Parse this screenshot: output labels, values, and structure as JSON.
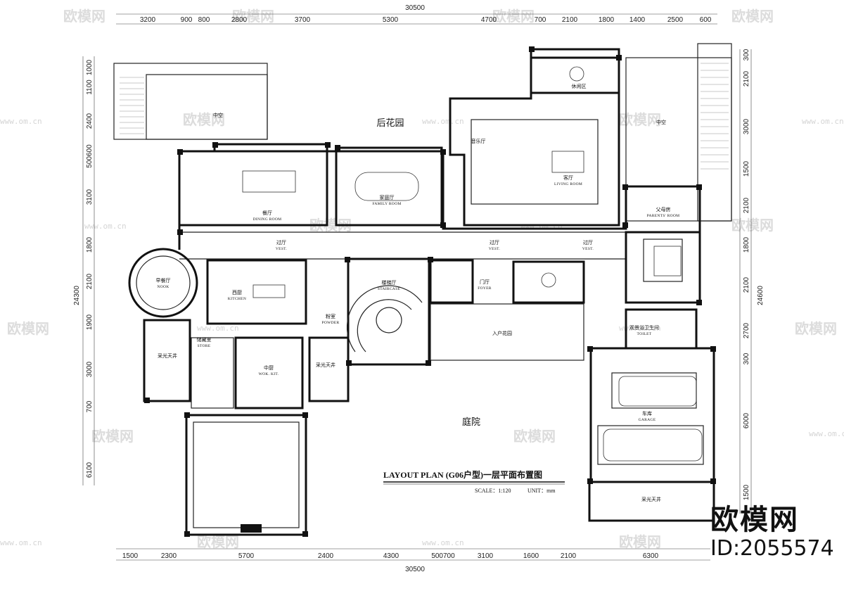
{
  "dimensions": {
    "top_total": "30500",
    "top": [
      "3200",
      "900",
      "800",
      "2800",
      "3700",
      "5300",
      "4700",
      "700",
      "2100",
      "1800",
      "1400",
      "2500",
      "600"
    ],
    "bottom_total": "30500",
    "bottom": [
      "1500",
      "2300",
      "5700",
      "2400",
      "4300",
      "500700",
      "3100",
      "1600",
      "2100",
      "6300"
    ],
    "left": [
      "1000",
      "1100",
      "2400",
      "500600",
      "3100",
      "1800",
      "2100",
      "1900",
      "3000",
      "700",
      "6100"
    ],
    "left_total": "24300",
    "right": [
      "300",
      "2100",
      "3000",
      "1500",
      "2100",
      "1800",
      "2100",
      "2700",
      "300",
      "6000",
      "1500"
    ],
    "right_total": "24600"
  },
  "rooms": [
    {
      "cn": "中空",
      "en": ""
    },
    {
      "cn": "中空",
      "en": ""
    },
    {
      "cn": "后花园",
      "en": ""
    },
    {
      "cn": "休闲区",
      "en": ""
    },
    {
      "cn": "音乐厅",
      "en": ""
    },
    {
      "cn": "客厅",
      "en": "LIVING ROOM"
    },
    {
      "cn": "餐厅",
      "en": "DINING ROOM"
    },
    {
      "cn": "家庭厅",
      "en": "FAMILY ROOM"
    },
    {
      "cn": "父母房",
      "en": "PARENTS' ROOM"
    },
    {
      "cn": "过厅",
      "en": "VEST."
    },
    {
      "cn": "过厅",
      "en": "VEST."
    },
    {
      "cn": "过厅",
      "en": "VEST."
    },
    {
      "cn": "早餐厅",
      "en": "NOOK"
    },
    {
      "cn": "西厨",
      "en": "KITCHEN"
    },
    {
      "cn": "楼梯厅",
      "en": "STAIRCASE"
    },
    {
      "cn": "门厅",
      "en": "FOYER"
    },
    {
      "cn": "粉室",
      "en": "POWDER"
    },
    {
      "cn": "入户花园",
      "en": ""
    },
    {
      "cn": "储藏室",
      "en": "STORE"
    },
    {
      "cn": "中厨",
      "en": "WOK. KIT."
    },
    {
      "cn": "采光天井",
      "en": ""
    },
    {
      "cn": "采光天井",
      "en": ""
    },
    {
      "cn": "观景浴卫生间",
      "en": "TOILET"
    },
    {
      "cn": "车库",
      "en": "GARAGE"
    },
    {
      "cn": "庭院",
      "en": ""
    },
    {
      "cn": "采光天井",
      "en": ""
    }
  ],
  "caption": {
    "title": "LAYOUT   PLAN  (G06户型)一层平面布置图",
    "scale": "SCALE：1:120",
    "unit": "UNIT：mm"
  },
  "watermark": {
    "logo_text": "欧模网",
    "url": "www.om.cn"
  },
  "brand": {
    "name": "欧模网",
    "id": "ID:2055574"
  }
}
